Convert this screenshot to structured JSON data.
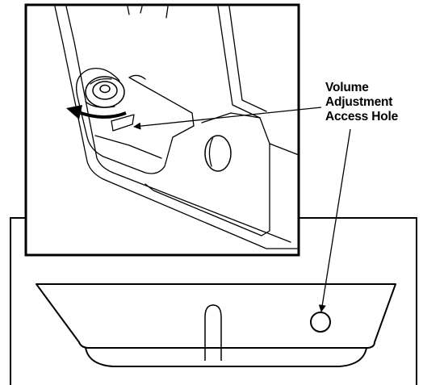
{
  "callout": {
    "lines": [
      "Volume",
      "Adjustment",
      "Access Hole"
    ]
  },
  "colors": {
    "stroke": "#000000",
    "background": "#ffffff"
  }
}
